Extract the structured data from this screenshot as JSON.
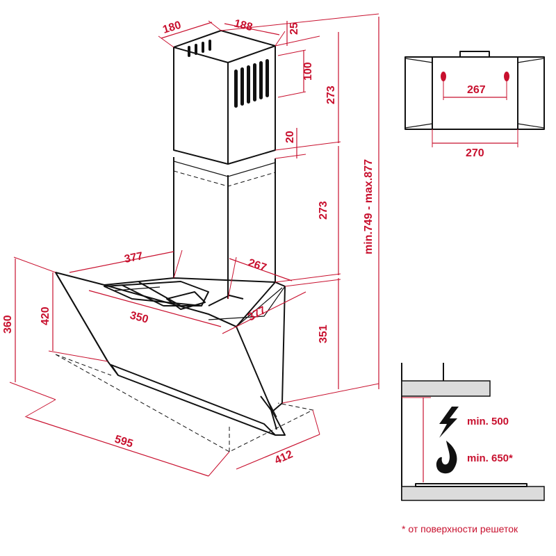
{
  "dimensions": {
    "duct_width": "180",
    "duct_depth": "188",
    "duct_top_gap": "25",
    "vent_height": "100",
    "upper_duct_height": "273",
    "overlap": "20",
    "lower_duct_height": "273",
    "total_height": "min.749 - max.877",
    "body_depth_top": "377",
    "duct_offset": "267",
    "body_depth_mid": "377",
    "inner_width": "350",
    "body_height": "351",
    "front_height": "420",
    "side_height": "360",
    "width": "595",
    "depth": "412"
  },
  "bracket_view": {
    "hole_spacing": "267",
    "bracket_width": "270"
  },
  "install": {
    "electric_min": "min. 500",
    "gas_min": "min. 650*",
    "footnote": "* от поверхности решеток"
  },
  "colors": {
    "dimension": "#c8102e",
    "outline": "#111111"
  },
  "icons": [
    "lightning-icon",
    "flame-icon"
  ]
}
